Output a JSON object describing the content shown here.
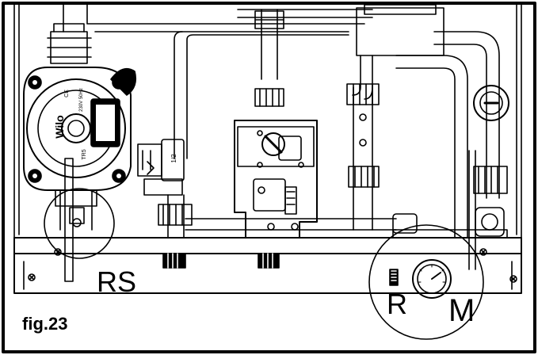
{
  "figure": {
    "caption": "fig.23",
    "callouts": {
      "rs": "RS",
      "r": "R",
      "m": "M"
    },
    "pump_markings": {
      "brand": "Wilo",
      "ce": "CE",
      "rating": "230V 50Hz",
      "model": "TR5"
    },
    "valve_marking": "1/2",
    "colors": {
      "line": "#000000",
      "background": "#ffffff"
    }
  }
}
